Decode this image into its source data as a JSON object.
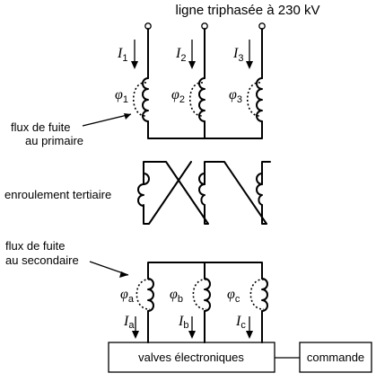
{
  "title": "ligne triphasée à 230 kV",
  "primary": {
    "currents": [
      {
        "symbol": "I",
        "sub": "1"
      },
      {
        "symbol": "I",
        "sub": "2"
      },
      {
        "symbol": "I",
        "sub": "3"
      }
    ],
    "fluxes": [
      {
        "symbol": "φ",
        "sub": "1"
      },
      {
        "symbol": "φ",
        "sub": "2"
      },
      {
        "symbol": "φ",
        "sub": "3"
      }
    ],
    "leakage_label": [
      "flux de fuite",
      "au primaire"
    ]
  },
  "tertiary_label": "enroulement tertiaire",
  "secondary": {
    "leakage_label": [
      "flux de fuite",
      "au secondaire"
    ],
    "fluxes": [
      {
        "symbol": "φ",
        "sub": "a"
      },
      {
        "symbol": "φ",
        "sub": "b"
      },
      {
        "symbol": "φ",
        "sub": "c"
      }
    ],
    "currents": [
      {
        "symbol": "I",
        "sub": "a"
      },
      {
        "symbol": "I",
        "sub": "b"
      },
      {
        "symbol": "I",
        "sub": "c"
      }
    ]
  },
  "boxes": {
    "valves": "valves électroniques",
    "command": "commande"
  }
}
